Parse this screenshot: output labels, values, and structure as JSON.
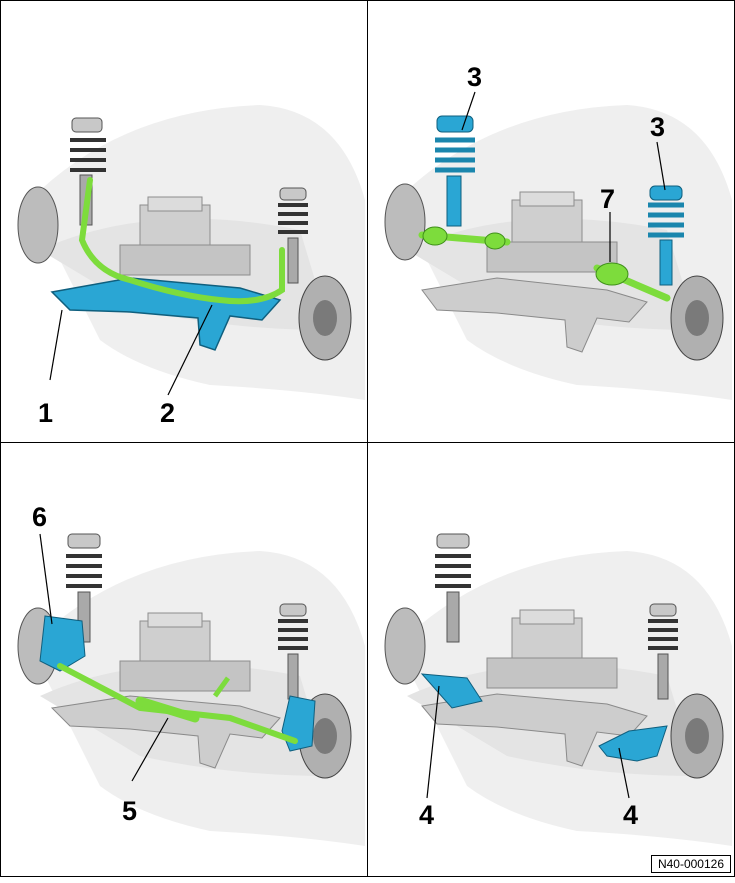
{
  "callouts": {
    "p1_a": "1",
    "p1_b": "2",
    "p2_a": "3",
    "p2_b": "3",
    "p2_c": "7",
    "p3_a": "6",
    "p3_b": "5",
    "p4_a": "4",
    "p4_b": "4"
  },
  "figure_id": "N40-000126",
  "colors": {
    "highlight_blue": "#2aa6d4",
    "highlight_green": "#7ddc3c",
    "part_grey": "#bdbdbd",
    "body_ghost": "#ececec"
  },
  "icons": [
    "spring-strut-icon",
    "brake-disc-icon",
    "engine-block-icon",
    "subframe-icon"
  ]
}
